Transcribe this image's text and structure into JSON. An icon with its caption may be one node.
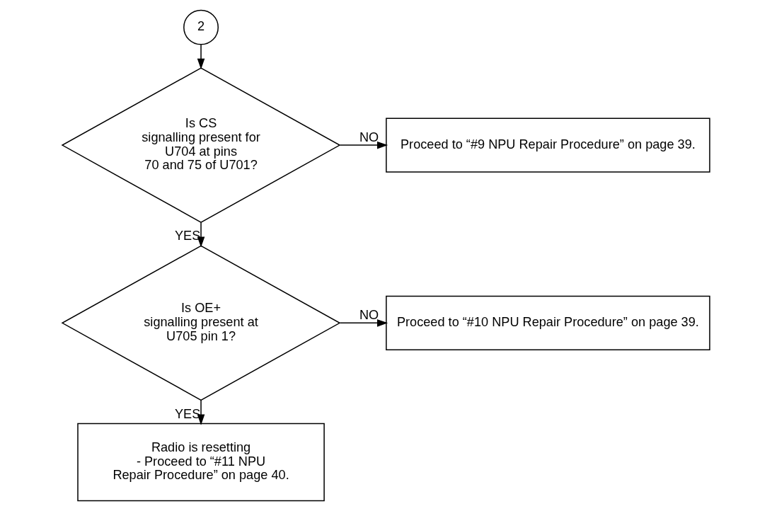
{
  "diagram": {
    "nodes": [
      {
        "text": [
          "2"
        ]
      },
      {
        "text": [
          "Is CS signalling present for U704 at pins 70 and 75 of U701?"
        ]
      },
      {
        "text": [
          "Proceed to “#9 NPU Repair Procedure” on page 39."
        ]
      },
      {
        "text": [
          "Is OE+ signalling present at U705 pin 1?"
        ]
      },
      {
        "text": [
          "Proceed to “#10 NPU Repair Procedure” on page 39."
        ]
      },
      {
        "text": [
          "Radio is resetting - Proceed to “#11 NPU Repair Procedure” on page 40."
        ]
      }
    ],
    "edges": [
      {
        "from": 0,
        "to": 1,
        "arrow": "to"
      },
      {
        "from": 1,
        "to": 2,
        "arrow": "to",
        "label": "NO"
      },
      {
        "from": 1,
        "to": 3,
        "arrow": "to",
        "label": "YES"
      },
      {
        "from": 3,
        "to": 4,
        "arrow": "to",
        "label": "NO"
      },
      {
        "from": 3,
        "to": 5,
        "arrow": "to",
        "label": "YES"
      }
    ]
  }
}
